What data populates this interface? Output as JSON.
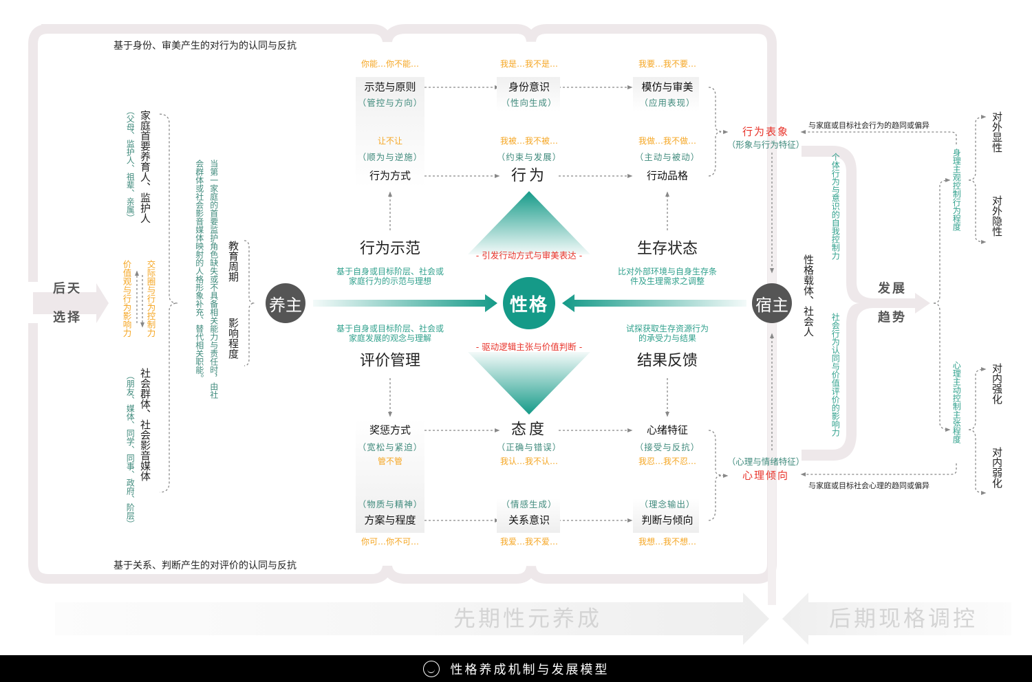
{
  "top_caption": "基于身份、审美产生的对行为的认同与反抗",
  "bottom_caption": "基于关系、判断产生的对评价的认同与反抗",
  "left_entry": {
    "line1": "后天",
    "line2": "选择"
  },
  "left": {
    "family": "家庭首要养育人、监护人",
    "family_sub": "（父母、监护人、祖辈、亲属）",
    "control": "交际圈与行为控制力",
    "influence": "价值观与行为影响力",
    "society": "社会群体、社会影音媒体",
    "society_sub": "（朋友、媒体、同学、同事、政府、阶层）",
    "note_col1": "当第一家庭的首要监护角色缺失或不具备相关能力与责任时，由社",
    "note_col2": "会群体或社会影音媒体映射的人格形象补充、替代相关职能。",
    "edu_cycle": "教育周期",
    "influence_degree": "影响程度"
  },
  "nurturer": "养主",
  "host": "宿主",
  "core": "性格",
  "upper": {
    "hints": [
      "你能…你不能…",
      "我是…我不是…",
      "我要…我不要…"
    ],
    "row1": [
      {
        "title": "示范与原则",
        "sub": "（管控与方向）"
      },
      {
        "title": "身份意识",
        "sub": "（性向生成）"
      },
      {
        "title": "模仿与审美",
        "sub": "（应用表现）"
      }
    ],
    "row2_hints": [
      "让不让",
      "我被…我不被…",
      "我做…我不做…"
    ],
    "row2": [
      {
        "title": "行为方式",
        "sub": "（顺为与逆施）"
      },
      {
        "title": "行为",
        "sub": "（约束与发展）"
      },
      {
        "title": "行动品格",
        "sub": "（主动与被动）"
      }
    ],
    "left_big": "行为示范",
    "left_desc": "基于自身或目标阶层、社会或家庭行为的示范与理想",
    "right_big": "生存状态",
    "right_desc": "比对外部环境与自身生存条件及生理需求之调整",
    "red": "- 引发行动方式与审美表达 -"
  },
  "lower": {
    "left_big": "评价管理",
    "left_desc": "基于自身或目标阶层、社会或家庭发展的观念与理解",
    "right_big": "结果反馈",
    "right_desc": "试探获取生存资源行为的承受力与结果",
    "red": "- 驱动逻辑主张与价值判断 -",
    "row1": [
      {
        "title": "奖惩方式",
        "sub": "（宽松与紧迫）",
        "hint": "管不管"
      },
      {
        "title": "态度",
        "sub": "（正确与错误）",
        "hint": "我认…我不认…"
      },
      {
        "title": "心绪特征",
        "sub": "（接受与反抗）",
        "hint": "我忍…我不忍…"
      }
    ],
    "row2": [
      {
        "title": "方案与程度",
        "sub": "（物质与精神）",
        "hint": "你可…你不可…"
      },
      {
        "title": "关系意识",
        "sub": "（情感生成）",
        "hint": "我爱…我不爱…"
      },
      {
        "title": "判断与倾向",
        "sub": "（理念输出）",
        "hint": "我想…我不想…"
      }
    ]
  },
  "right": {
    "behavior": "行为表象",
    "behavior_sub": "（形象与行为特征）",
    "psych": "心理倾向",
    "psych_sub": "（心理与情绪特征）",
    "carrier": "性格载体、社会人",
    "self_control": "个体行为与意识的自我控制力",
    "social_influence": "社会行为认同与价值评价的影响力",
    "trend1": "发展",
    "trend2": "趋势",
    "behavior_feedback": "与家庭或目标社会行为的趋同或偏异",
    "psych_feedback": "与家庭或目标社会心理的趋同或偏异",
    "physio": "身理主观控制行为程度",
    "mental": "心理主动控制主张程度",
    "out_explicit": "对外显性",
    "out_implicit": "对外隐性",
    "in_strong": "对内强化",
    "in_weak": "对内弱化"
  },
  "phase_early": "先期性元养成",
  "phase_late": "后期现格调控",
  "footer_title": "性格养成机制与发展模型",
  "colors": {
    "teal": "#159a88",
    "orange": "#f5a623",
    "red": "#e8332a",
    "frame": "#eee8ea"
  }
}
